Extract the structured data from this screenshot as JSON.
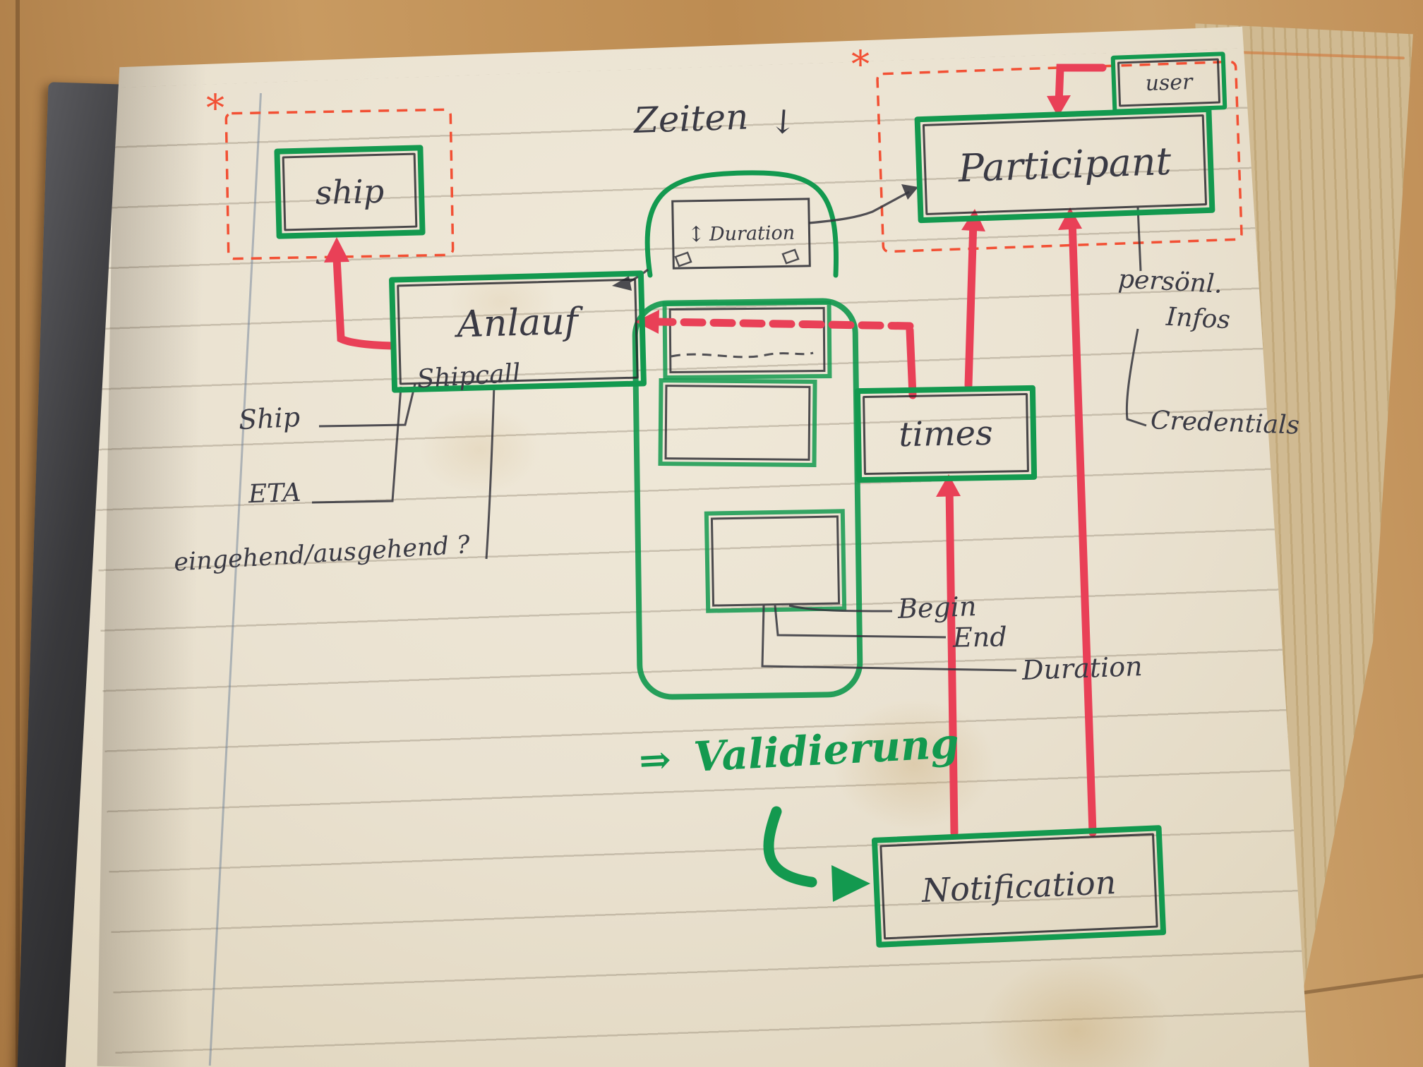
{
  "page": {
    "asterisk": "*"
  },
  "entities": {
    "ship": "ship",
    "anlauf": "Anlauf",
    "shipcall": "Shipcall",
    "participant": "Participant",
    "user": "user",
    "times": "times",
    "notification": "Notification"
  },
  "zeiten": {
    "label": "Zeiten",
    "arrow": "↓"
  },
  "duration_box": {
    "arrow": "↕",
    "label": "Duration"
  },
  "attributes": {
    "ship": "Ship",
    "eta": "ETA",
    "in_out": "eingehend/ausgehend ?",
    "begin": "Begin",
    "end": "End",
    "duration": "Duration",
    "personal_line1": "persönl.",
    "personal_line2": "Infos",
    "credentials": "Credentials"
  },
  "notes": {
    "validierung_arrow": "⇒",
    "validierung": "Validierung"
  },
  "colors": {
    "green": "#13994f",
    "red": "#e94057",
    "orange_red": "#f25034",
    "ink": "#34343c"
  }
}
